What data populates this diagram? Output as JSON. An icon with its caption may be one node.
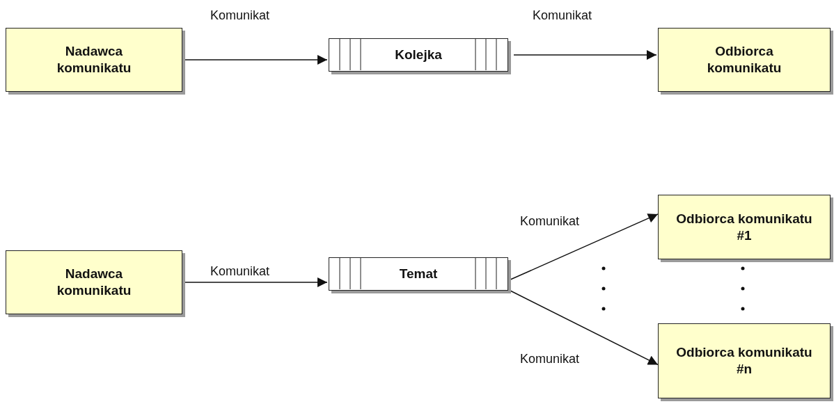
{
  "diagram": {
    "nodes": [
      {
        "text": [
          "Nadawca komunikatu"
        ]
      },
      {
        "text": [
          "Kolejka"
        ]
      },
      {
        "text": [
          "Odbiorca komunikatu"
        ]
      },
      {
        "text": [
          "Nadawca komunikatu"
        ]
      },
      {
        "text": [
          "Temat"
        ]
      },
      {
        "text": [
          "Odbiorca komunikatu #1"
        ]
      },
      {
        "text": [
          "Odbiorca komunikatu #n"
        ]
      }
    ],
    "edges": [
      {
        "from": 0,
        "to": 1,
        "arrow": "to",
        "label": "Komunikat"
      },
      {
        "from": 1,
        "to": 2,
        "arrow": "to",
        "label": "Komunikat"
      },
      {
        "from": 3,
        "to": 4,
        "arrow": "to",
        "label": "Komunikat"
      },
      {
        "from": 4,
        "to": 5,
        "arrow": "to",
        "label": "Komunikat"
      },
      {
        "from": 4,
        "to": 6,
        "arrow": "to",
        "label": "Komunikat"
      }
    ]
  }
}
